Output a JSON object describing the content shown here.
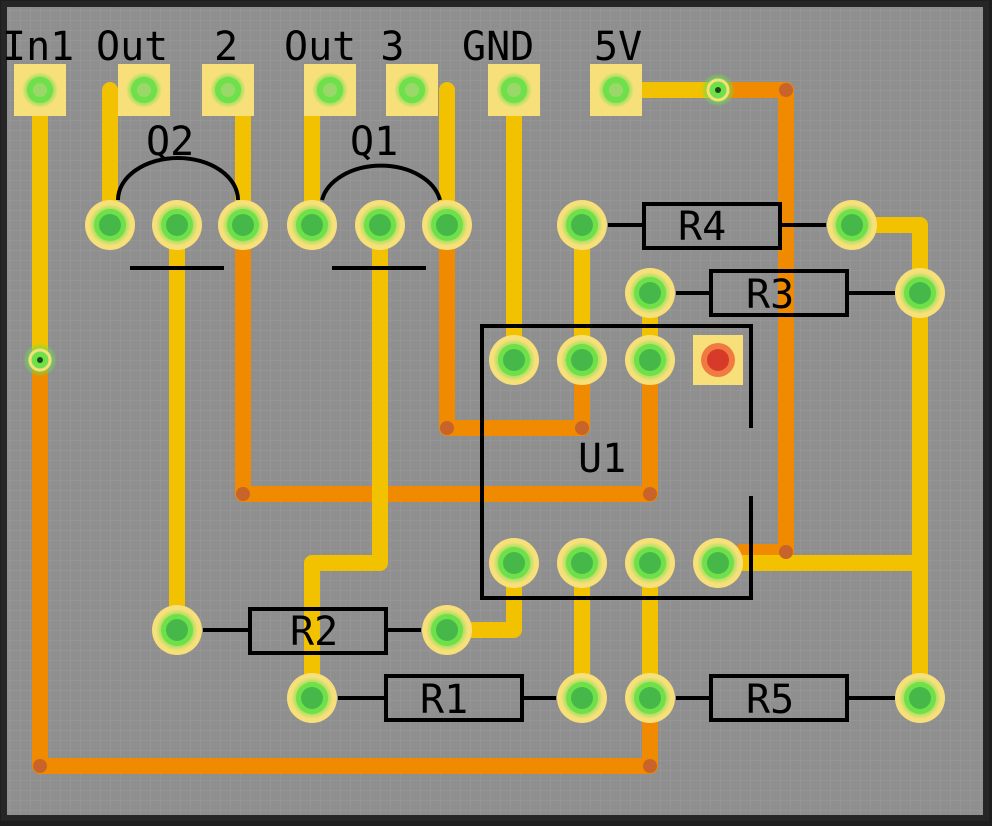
{
  "colors": {
    "board": "#8f8f8f",
    "grid": "#9c9c9c",
    "frame": "#2a2a2a",
    "trace_top": "#f2c200",
    "trace_bottom": "#f08a00",
    "pad_ring": "#f7e07a",
    "pad_fill": "#6ee04a",
    "pad_center": "#3fb03f",
    "pad1_fill": "#e05030",
    "silkscreen": "#000000",
    "via": "#d07020"
  },
  "connector_labels": {
    "in1": "In1",
    "out1": "Out",
    "out2": "2",
    "out3": "Out 3",
    "gnd": "GND",
    "v5": "5V"
  },
  "components": {
    "q1": "Q1",
    "q2": "Q2",
    "u1": "U1",
    "r1": "R1",
    "r2": "R2",
    "r3": "R3",
    "r4": "R4",
    "r5": "R5"
  }
}
